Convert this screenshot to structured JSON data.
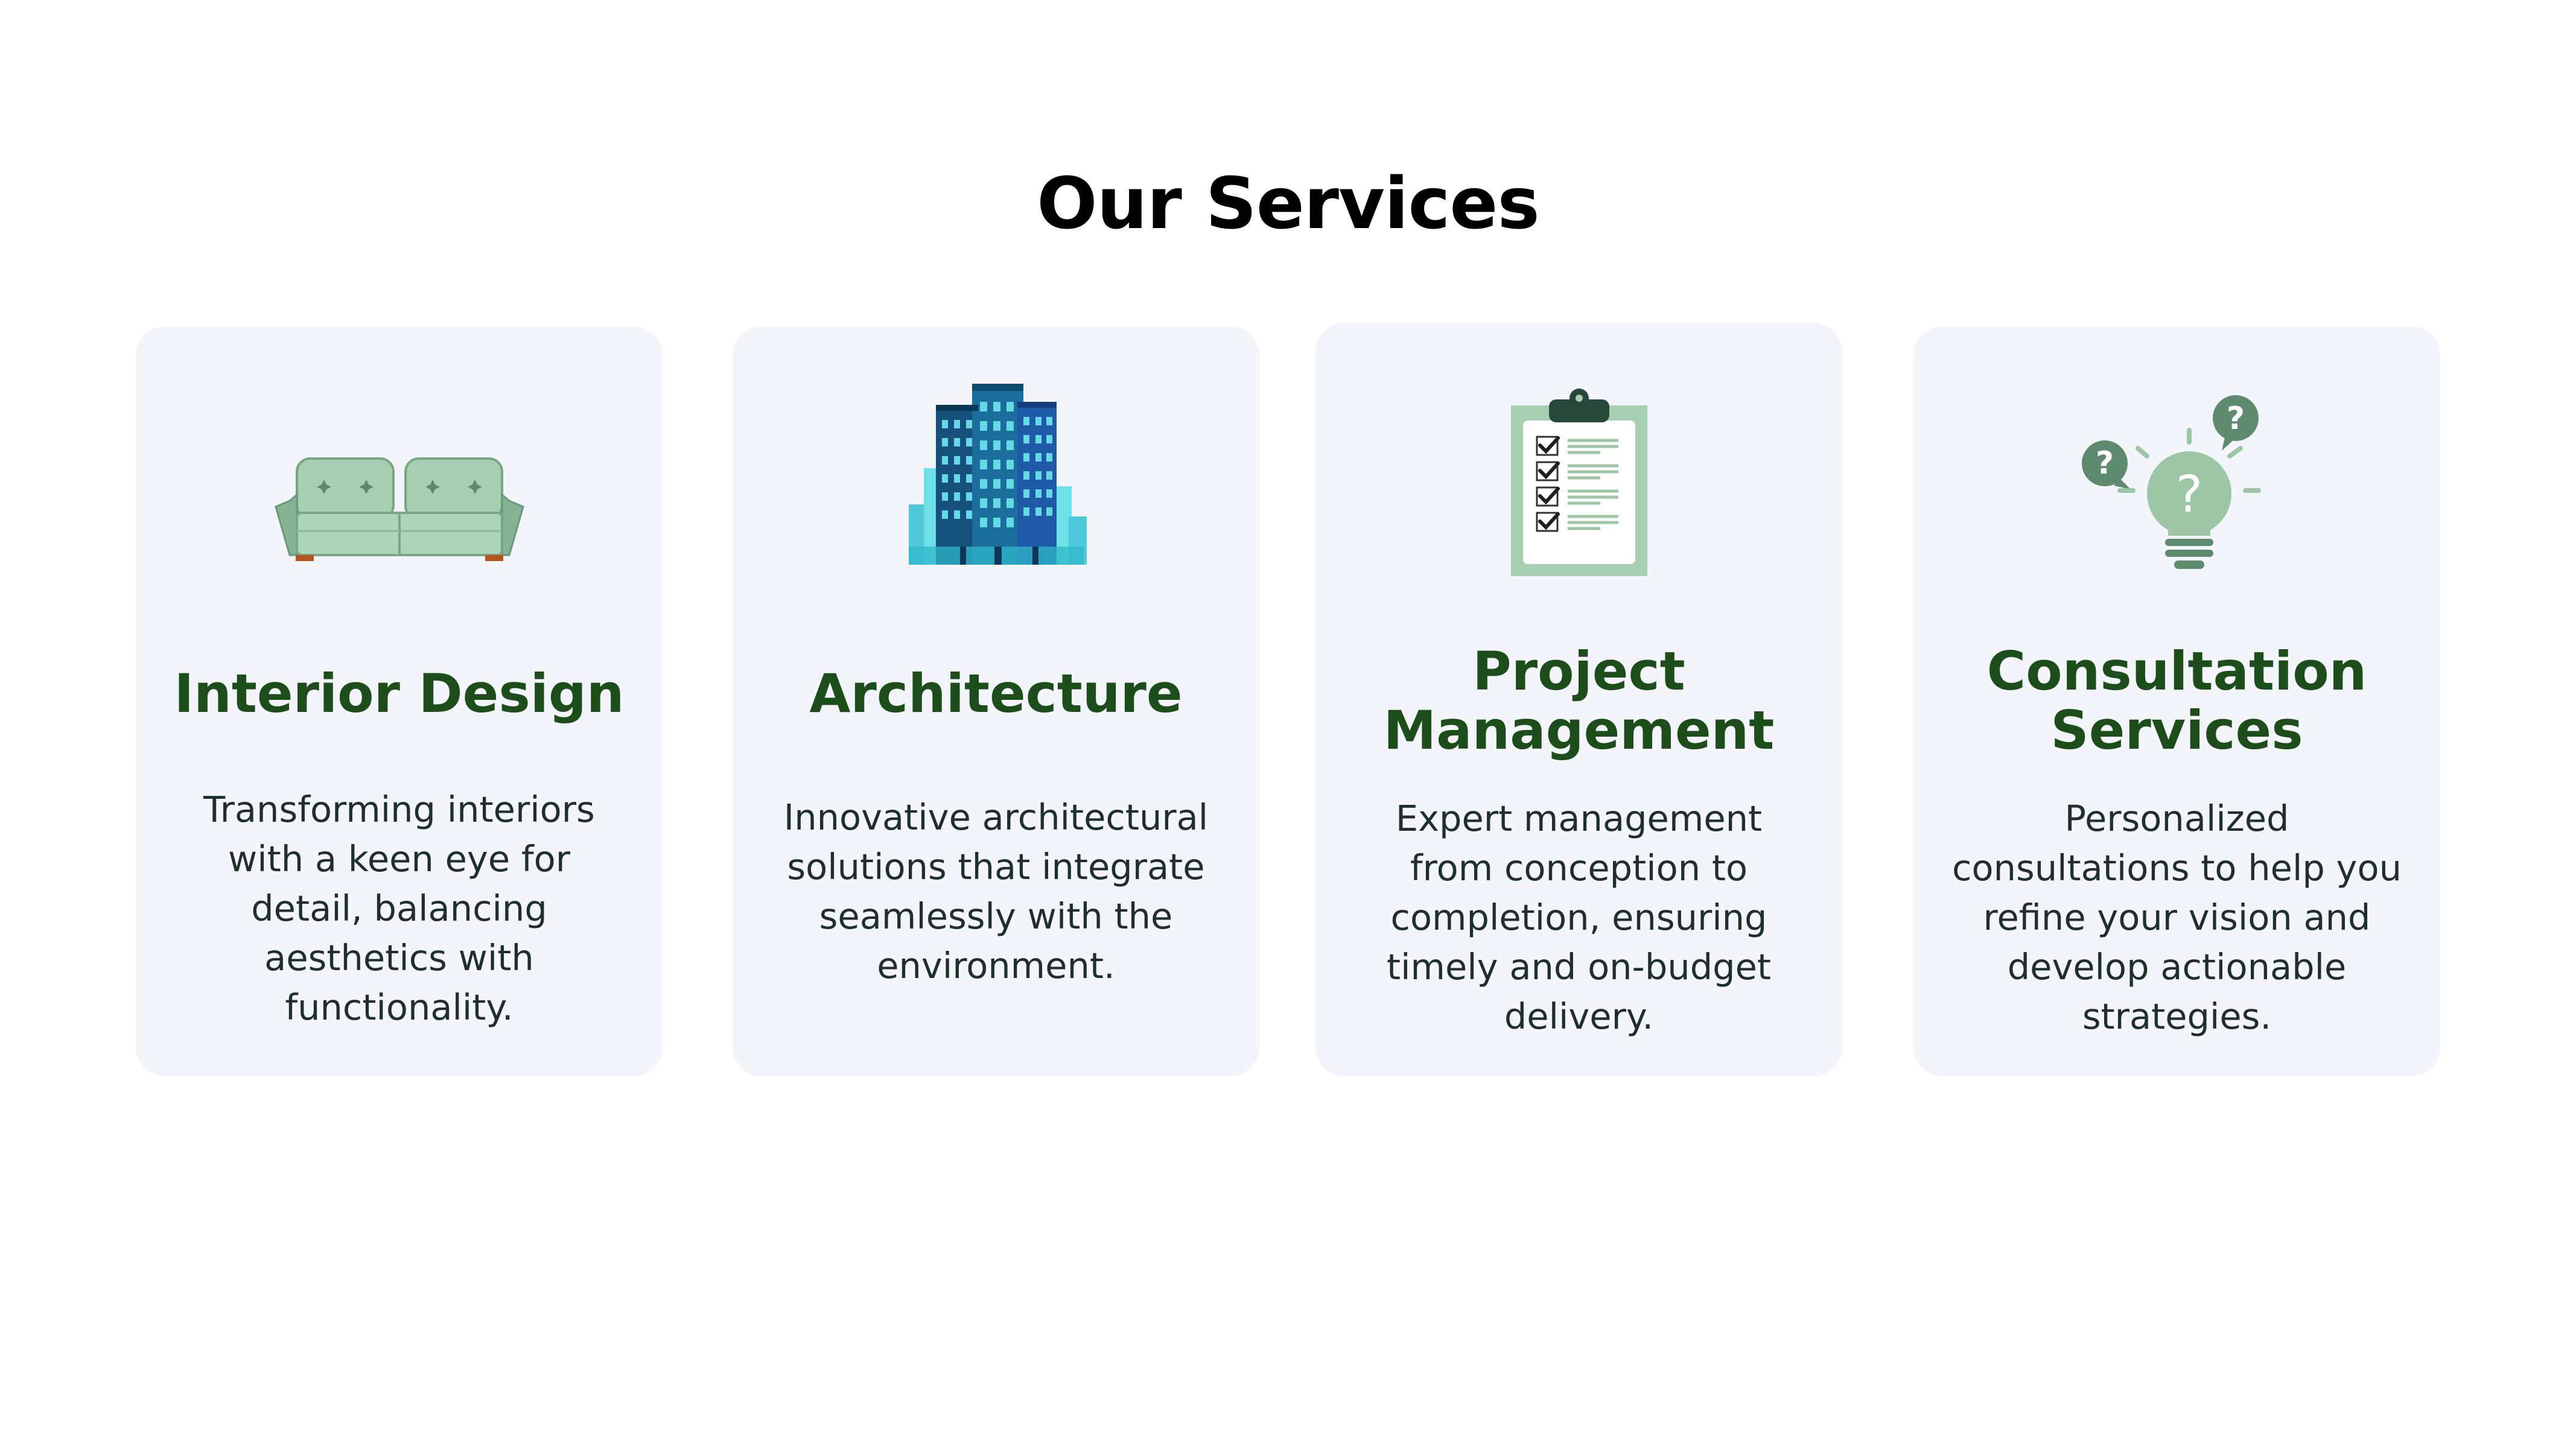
{
  "page": {
    "title": "Our Services"
  },
  "services": [
    {
      "title": "Interior Design",
      "description": "Transforming interiors with a keen eye for detail, balancing aesthetics with functionality.",
      "icon": "sofa-icon"
    },
    {
      "title": "Architecture",
      "description": "Innovative architectural solutions that integrate seamlessly with the environment.",
      "icon": "building-icon"
    },
    {
      "title": "Project Management",
      "description": "Expert management from conception to completion, ensuring timely and on-budget delivery.",
      "icon": "clipboard-checklist-icon"
    },
    {
      "title": "Consultation Services",
      "description": "Personalized consultations to help you refine your vision and develop actionable strategies.",
      "icon": "lightbulb-question-icon"
    }
  ],
  "colors": {
    "heading": "#1e4d1c",
    "card_bg": "#f4f5fa",
    "icon_green": "#9cc6a6",
    "icon_dark": "#5e8a70"
  }
}
